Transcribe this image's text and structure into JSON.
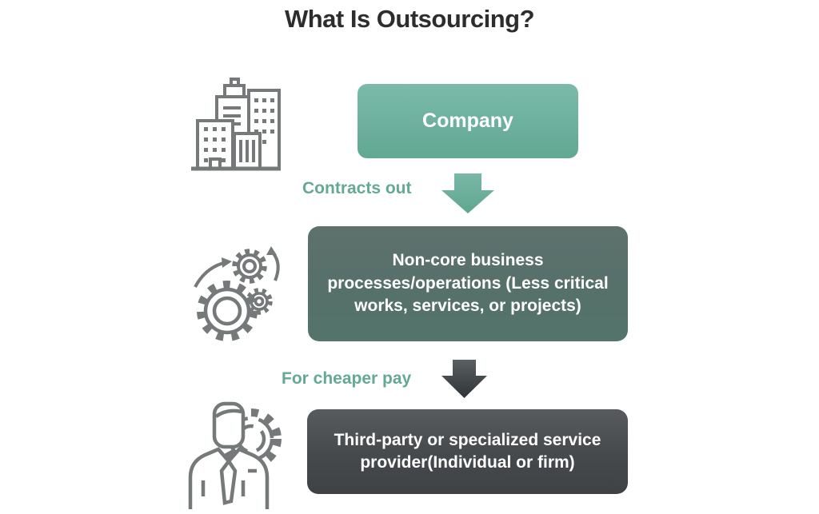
{
  "title": "What Is Outsourcing?",
  "flow": {
    "company_label": "Company",
    "contracts_out_label": "Contracts out",
    "noncore_label": "Non-core business processes/operations (Less critical works, services, or projects)",
    "cheaper_pay_label": "For cheaper pay",
    "provider_label": "Third-party or specialized service provider(Individual or firm)"
  },
  "icons": {
    "company_icon": "city-buildings-icon",
    "noncore_icon": "gears-icon",
    "provider_icon": "person-with-gear-icon",
    "connector1_icon": "down-arrow-green-icon",
    "connector2_icon": "down-arrow-dark-icon"
  },
  "colors": {
    "accent_green_box": "#6fb2a0",
    "teal_label_text": "#64a992",
    "noncore_box_top": "#5e716d",
    "noncore_box_bottom": "#53756b",
    "provider_box": "#46494c",
    "title_text": "#2d2d2d",
    "box_text": "#ffffff",
    "icon_stroke": "#75797a"
  }
}
